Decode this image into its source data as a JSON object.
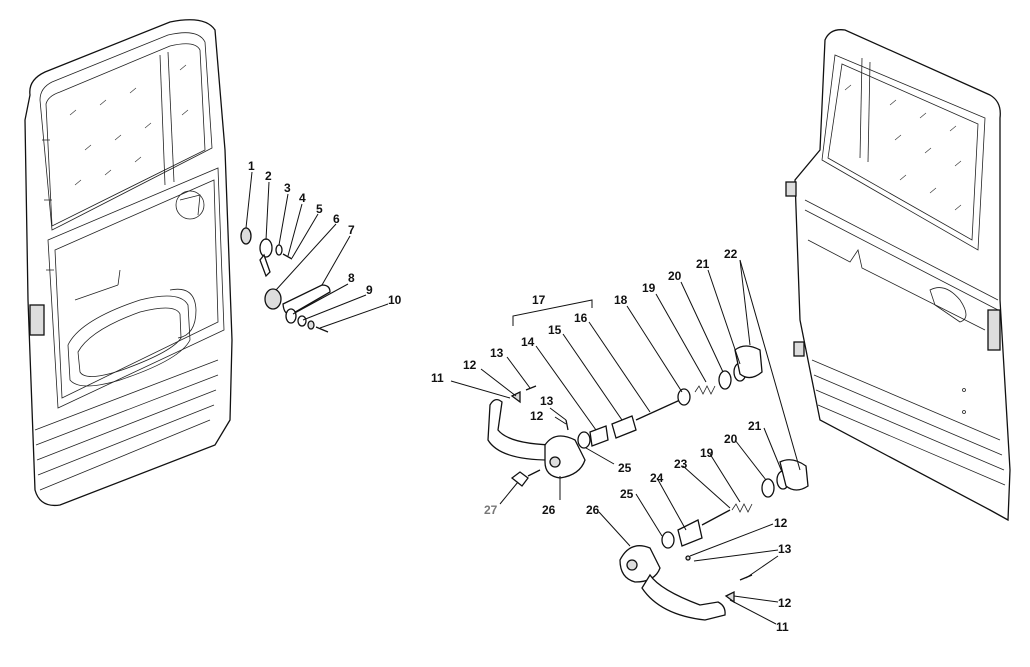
{
  "labels": {
    "p1": "1",
    "p2": "2",
    "p3": "3",
    "p4": "4",
    "p5": "5",
    "p6": "6",
    "p7": "7",
    "p8": "8",
    "p9": "9",
    "p10": "10",
    "p11a": "11",
    "p12a": "12",
    "p13a": "13",
    "p14": "14",
    "p15": "15",
    "p16": "16",
    "p17": "17",
    "p18": "18",
    "p19a": "19",
    "p20a": "20",
    "p21a": "21",
    "p22": "22",
    "p12b": "12",
    "p13b": "13",
    "p25a": "25",
    "p26a": "26",
    "p27": "27",
    "p24": "24",
    "p23": "23",
    "p19b": "19",
    "p20b": "20",
    "p21b": "21",
    "p25b": "25",
    "p26b": "26",
    "p12c": "12",
    "p13c": "13",
    "p12d": "12",
    "p11b": "11"
  }
}
